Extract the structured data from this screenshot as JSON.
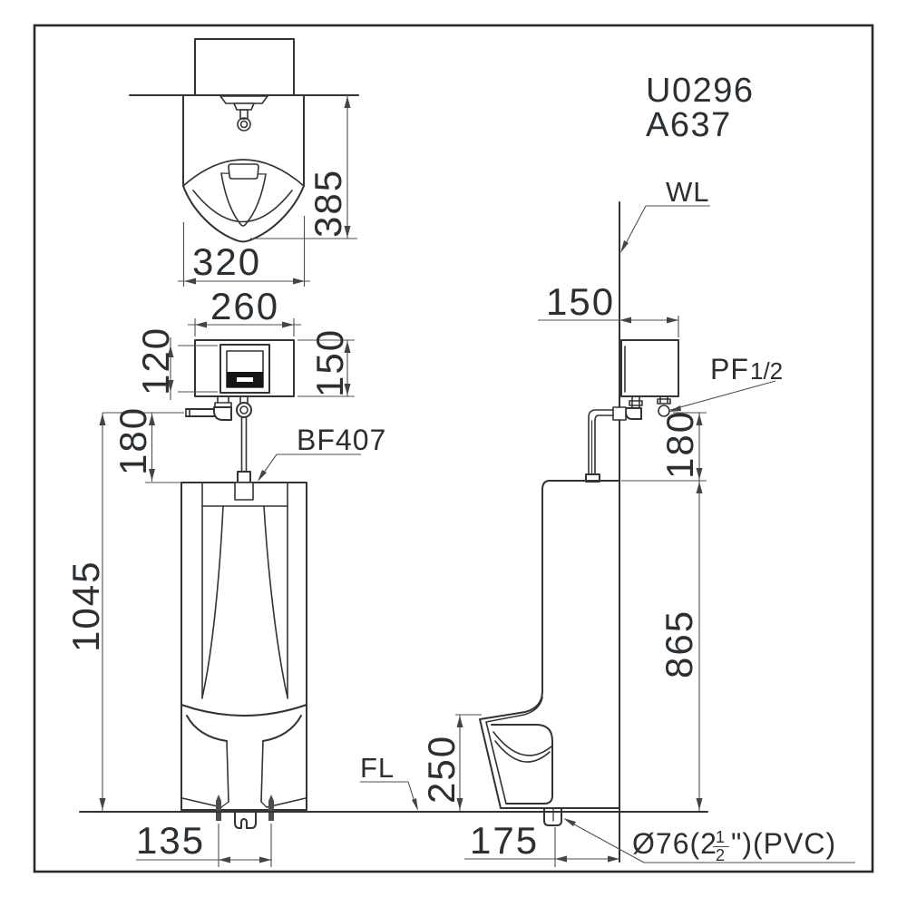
{
  "title_block": {
    "product_codes": [
      "U0296",
      "A637"
    ]
  },
  "labels": {
    "wall_line": "WL",
    "floor_line": "FL",
    "flush_valve_model": "BF407",
    "inlet_thread": "PF",
    "inlet_thread_size": "1/2",
    "drain_spec_prefix": "Ø76(2",
    "drain_fraction_numerator": "1",
    "drain_fraction_denominator": "2",
    "drain_spec_suffix": "\")(PVC)"
  },
  "top_view": {
    "depth": "385",
    "width": "320"
  },
  "front_view": {
    "valve_width": "260",
    "sensor_height": "120",
    "valve_height": "150",
    "spud_drop": "180",
    "mounting_height": "1045",
    "bolt_spacing": "135"
  },
  "side_view": {
    "valve_depth": "150",
    "spud_drop": "180",
    "body_height": "865",
    "rim_height": "250",
    "drain_to_wall": "175"
  },
  "colors": {
    "object_line": "#333333",
    "dimension_line": "#4f4f4f",
    "arrow_fill": "#444444",
    "sensor_fill": "#151515",
    "text": "#2a2f33",
    "background": "#ffffff"
  }
}
